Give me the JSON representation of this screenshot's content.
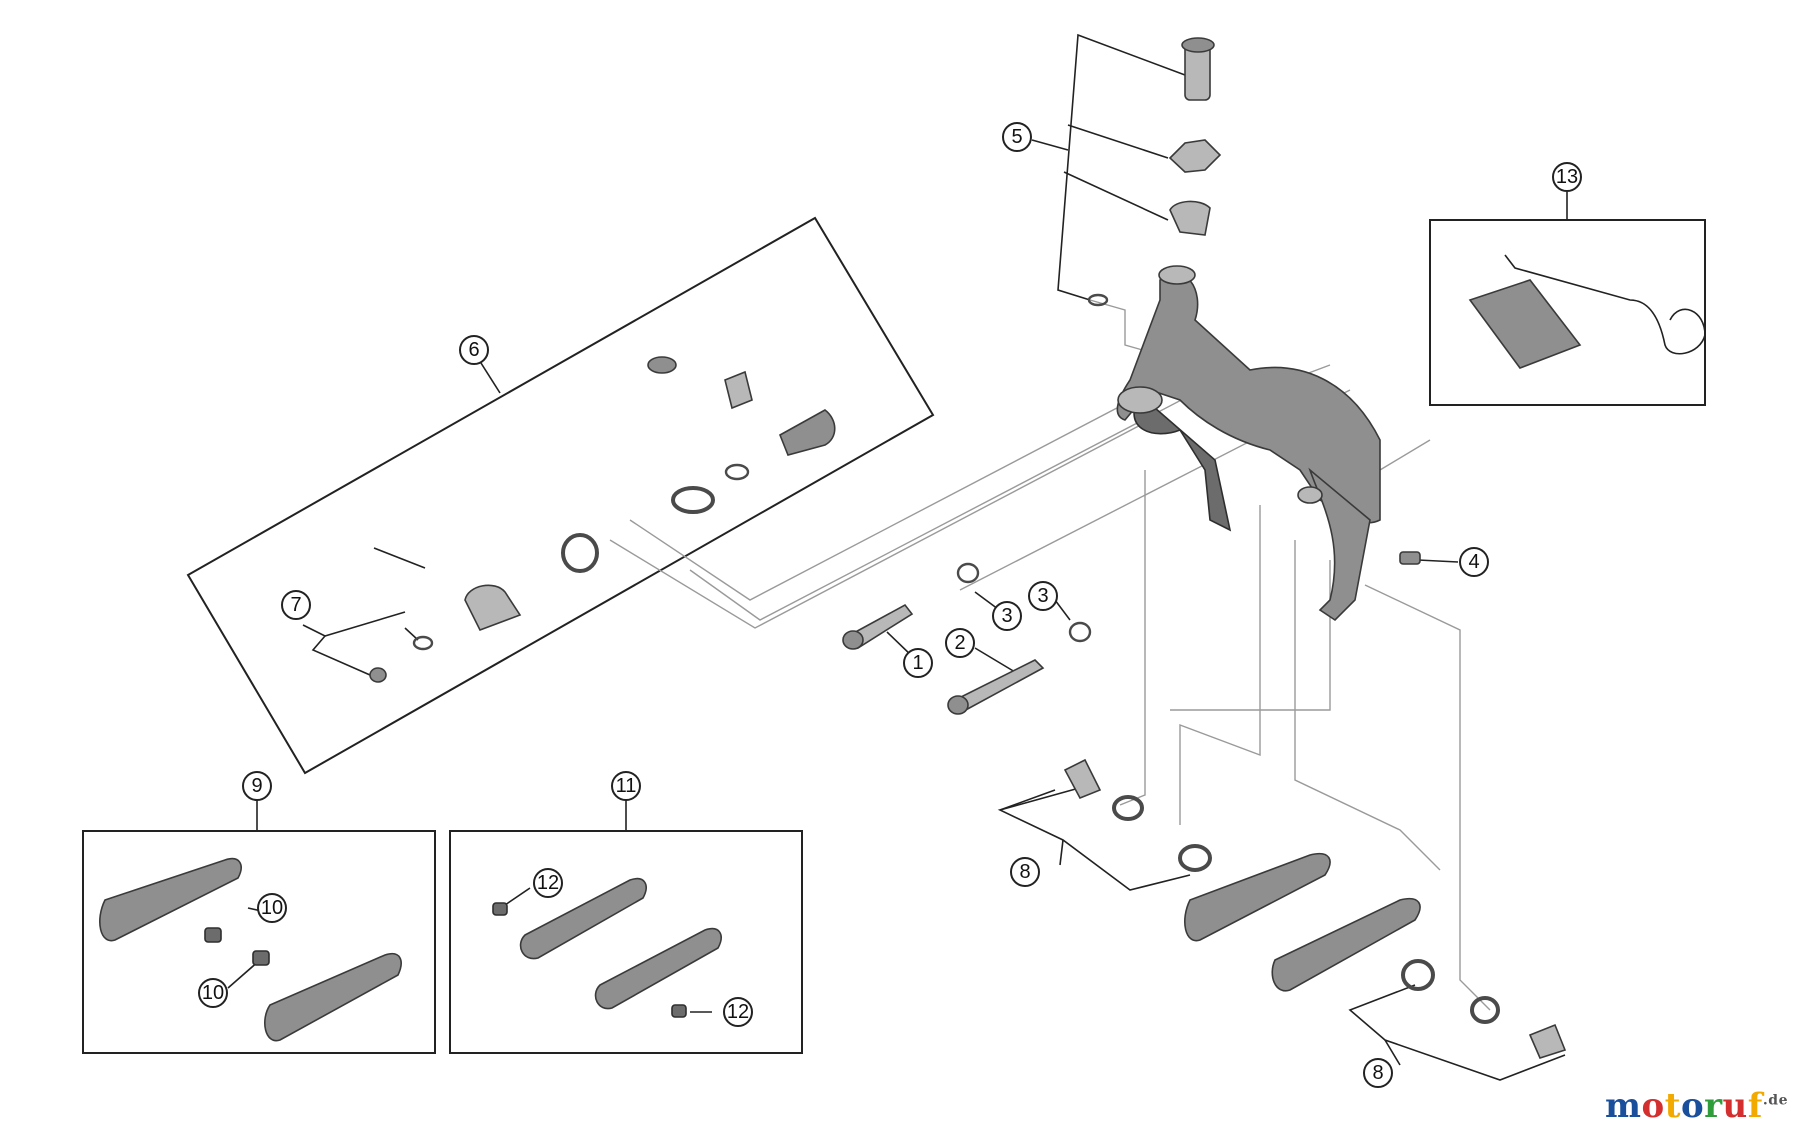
{
  "callouts": {
    "c1": "1",
    "c2": "2",
    "c3a": "3",
    "c3b": "3",
    "c4": "4",
    "c5": "5",
    "c6": "6",
    "c7": "7",
    "c8a": "8",
    "c8b": "8",
    "c9": "9",
    "c10a": "10",
    "c10b": "10",
    "c11": "11",
    "c12a": "12",
    "c12b": "12",
    "c13": "13"
  },
  "watermark": {
    "p1": "m",
    "p2": "o",
    "p3": "t",
    "p4": "o",
    "p5": "r",
    "p6": "u",
    "p7": "f",
    "suffix": ".de"
  }
}
